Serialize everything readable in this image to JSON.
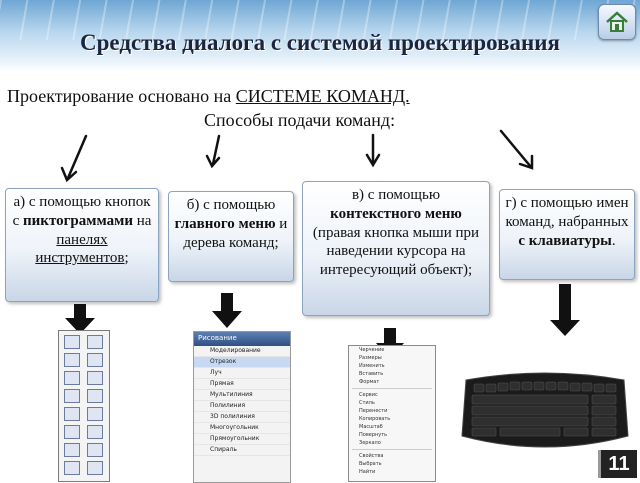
{
  "header": {
    "title": "Средства диалога с системой проектирования"
  },
  "intro": {
    "line1_prefix": "Проектирование основано на ",
    "line1_underlined": "СИСТЕМЕ КОМАНД.",
    "line2": "Способы подачи команд:"
  },
  "methods": {
    "a": {
      "t1": "а) с помощью кнопок с ",
      "bold": "пиктограммами",
      "t2": " на ",
      "u1": "панелях",
      "t3": " ",
      "u2": "инструментов",
      "t4": ";"
    },
    "b": {
      "t1": "б) с помощью ",
      "bold": "главного меню",
      "t2": " и дерева команд;"
    },
    "c": {
      "t1": "в) с помощью ",
      "bold": "контекстного меню",
      "t2": " (правая кнопка мыши при наведении курсора на интересующий объект);"
    },
    "d": {
      "t1": "г) с помощью имен команд, набранных ",
      "bold": "с клавиатуры",
      "t2": "."
    }
  },
  "menu_screenshot": {
    "titlebar": "Рисование",
    "items": [
      "Моделирование",
      "Отрезок",
      "Луч",
      "Прямая",
      "Мультилиния",
      "Полилиния",
      "3D полилиния",
      "Многоугольник",
      "Прямоугольник",
      "Спираль"
    ]
  },
  "context_screenshot": {
    "items": [
      "Черчение",
      "Размеры",
      "Изменить",
      "Вставить",
      "Формат",
      "Сервис",
      "Стиль",
      "Перенести",
      "Копировать",
      "Масштаб",
      "Повернуть",
      "Зеркало",
      "Свойства",
      "Выбрать",
      "Найти"
    ]
  },
  "slide_number": "11",
  "colors": {
    "header_top": "#6fa6d4",
    "arrow": "#111111"
  }
}
